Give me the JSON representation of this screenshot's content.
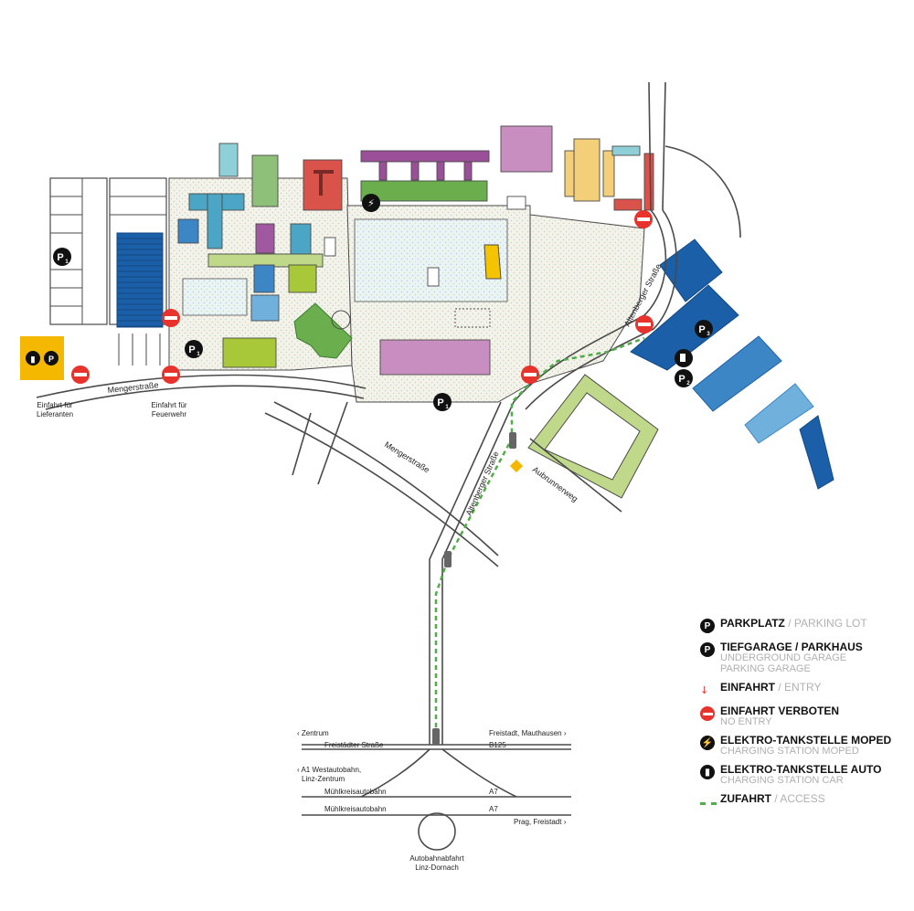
{
  "map": {
    "streets": {
      "mengerstrasse_top": "Mengerstraße",
      "mengerstrasse_diag": "Mengerstraße",
      "altenberger_lower": "Altenberger Straße",
      "altenberger_upper": "Altenberger Straße",
      "auhof": "Aubrunnerweg",
      "freistaedter": "Freistädter Straße",
      "b125": "B125",
      "muehlkreis1": "Mühlkreisautobahn",
      "muehlkreis2": "Mühlkreisautobahn",
      "a7_1": "A7",
      "a7_2": "A7"
    },
    "directions": {
      "zentrum": "Zentrum",
      "freistadt_mauthausen": "Freistadt, Mauthausen",
      "a1_line1": "A1 Westautobahn,",
      "a1_line2": "Linz-Zentrum",
      "prag": "Prag, Freistadt",
      "exit_line1": "Autobahnabfahrt",
      "exit_line2": "Linz-Dornach"
    },
    "entries": {
      "lieferanten_line1": "Einfahrt für",
      "lieferanten_line2": "Lieferanten",
      "feuerwehr_line1": "Einfahrt für",
      "feuerwehr_line2": "Feuerwehr"
    },
    "markers": {
      "p1": "P",
      "p1_sub": "1",
      "p2": "P",
      "p2_sub": "2",
      "p3": "P",
      "p3_sub": "3"
    }
  },
  "legend": {
    "items": [
      {
        "icon": "parking-icon",
        "label": "PARKPLATZ",
        "label_en": "PARKING LOT",
        "sub": []
      },
      {
        "icon": "garage-icon",
        "label": "TIEFGARAGE / PARKHAUS",
        "label_en": "",
        "sub": [
          "UNDERGROUND GARAGE",
          "PARKING GARAGE"
        ]
      },
      {
        "icon": "entry-icon",
        "label": "EINFAHRT",
        "label_en": "ENTRY",
        "sub": []
      },
      {
        "icon": "no-entry-icon",
        "label": "EINFAHRT VERBOTEN",
        "label_en": "",
        "sub": [
          "NO ENTRY"
        ]
      },
      {
        "icon": "moped-charging-icon",
        "label": "ELEKTRO-TANKSTELLE MOPED",
        "label_en": "",
        "sub": [
          "CHARGING STATION MOPED"
        ]
      },
      {
        "icon": "car-charging-icon",
        "label": "ELEKTRO-TANKSTELLE AUTO",
        "label_en": "",
        "sub": [
          "CHARGING STATION CAR"
        ]
      },
      {
        "icon": "access-route-icon",
        "label": "ZUFAHRT",
        "label_en": "ACCESS",
        "sub": []
      }
    ],
    "separator": " / "
  },
  "colors": {
    "blue_dark": "#1b5fa8",
    "blue_mid": "#3d86c6",
    "blue_light": "#6fb0dc",
    "teal": "#4aa6c4",
    "green": "#6aae4e",
    "green_light": "#bfd88a",
    "lime": "#a8c83a",
    "red": "#d9534a",
    "purple": "#c88ec0",
    "magenta": "#9a4f98",
    "yellow": "#f3c24a",
    "orange": "#f5b800",
    "no_entry": "#e8322c",
    "access": "#4fae47",
    "area_fill": "#eef1e4"
  }
}
